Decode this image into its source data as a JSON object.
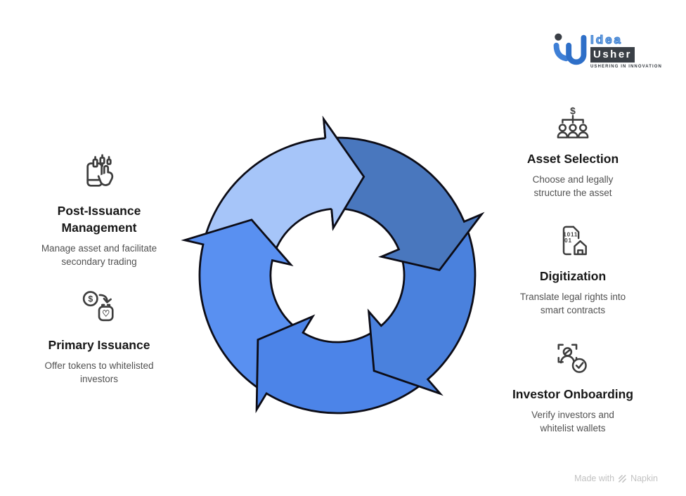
{
  "logo": {
    "brand_top": "Idea",
    "brand_bottom": "Usher",
    "tagline": "USHERING IN INNOVATION"
  },
  "steps": {
    "left": [
      {
        "id": "post-issuance-management",
        "title": "Post-Issuance\nManagement",
        "subtitle": "Manage asset and facilitate\nsecondary trading"
      },
      {
        "id": "primary-issuance",
        "title": "Primary Issuance",
        "subtitle": "Offer tokens to whitelisted\ninvestors"
      }
    ],
    "right": [
      {
        "id": "asset-selection",
        "title": "Asset Selection",
        "subtitle": "Choose and legally\nstructure the asset"
      },
      {
        "id": "digitization",
        "title": "Digitization",
        "subtitle": "Translate legal rights into\nsmart contracts"
      },
      {
        "id": "investor-onboarding",
        "title": "Investor Onboarding",
        "subtitle": "Verify investors and\nwhitelist wallets"
      }
    ]
  },
  "cycle": {
    "outline_color": "#0C0C16",
    "arrows": [
      {
        "name": "cycle-arrow-top-left",
        "color": "#A6C5F9"
      },
      {
        "name": "cycle-arrow-top-right",
        "color": "#4977BE"
      },
      {
        "name": "cycle-arrow-right",
        "color": "#4A81DD"
      },
      {
        "name": "cycle-arrow-bottom",
        "color": "#4C84E8"
      },
      {
        "name": "cycle-arrow-left",
        "color": "#5990F1"
      }
    ]
  },
  "icon_glyphs": {
    "dollar": "$",
    "binary_row1": "1011",
    "binary_row2": "01",
    "heart": "♡"
  },
  "footer": {
    "made_with": "Made with",
    "brand": "Napkin"
  }
}
